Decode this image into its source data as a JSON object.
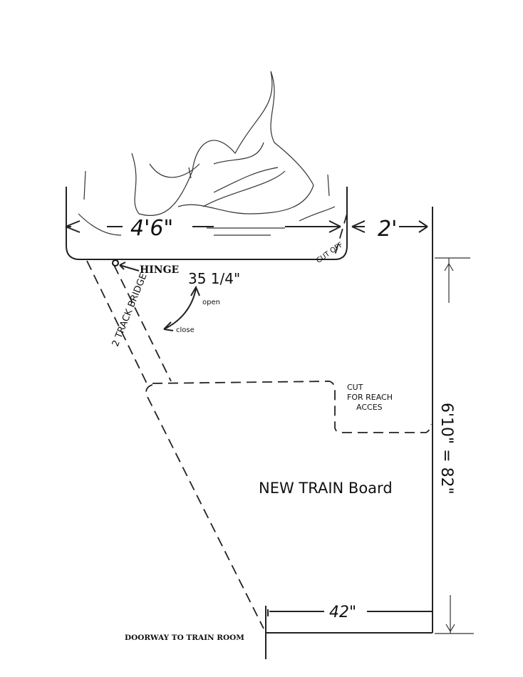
{
  "labels": {
    "mantle_width": "4'6\"",
    "side_gap": "2'",
    "cut_off": "CUT OFF",
    "hinge": "HINGE",
    "hinge_offset": "35 1/4\"",
    "open": "open",
    "close": "close",
    "bridge": "2 TRACK BRIDGE",
    "cut_line1": "CUT",
    "cut_line2": "FOR REACH",
    "cut_line3": "ACCES",
    "board": "NEW TRAIN Board",
    "height": "6'10\" = 82\"",
    "bottom_width": "42\"",
    "doorway": "DOORWAY TO TRAIN ROOM"
  }
}
